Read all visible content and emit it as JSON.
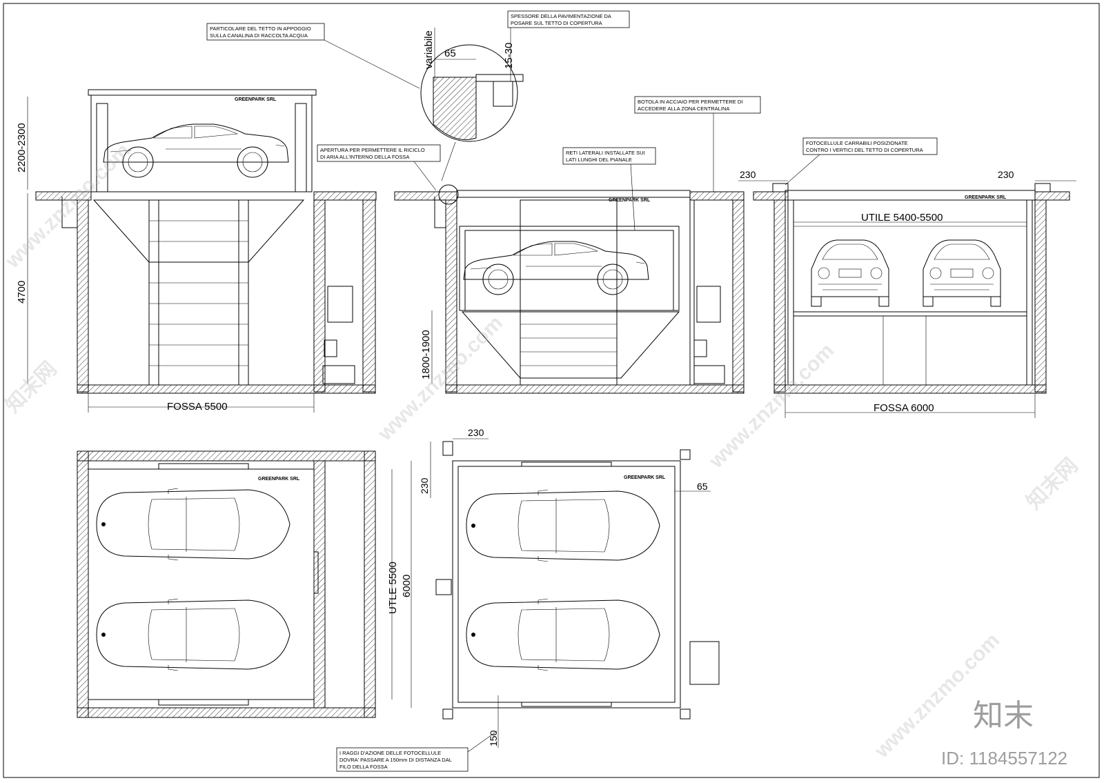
{
  "notes": {
    "roof_detail": [
      "PARTICOLARE DEL TETTO IN APPOGGIO",
      "SULLA CANALINA DI RACCOLTA ACQUA"
    ],
    "paving": [
      "SPESSORE DELLA PAVIMENTAZIONE DA",
      "POSARE SUL TETTO DI COPERTURA"
    ],
    "air_opening": [
      "APERTURA PER PERMETTERE IL RICICLO",
      "DI ARIA ALL'INTERNO DELLA FOSSA"
    ],
    "hatch": [
      "BOTOLA IN ACCIAIO PER PERMETTERE DI",
      "ACCEDERE ALLA ZONA CENTRALINA"
    ],
    "side_nets": [
      "RETI LATERALI INSTALLATE SUI",
      "LATI LUNGHI DEL PIANALE"
    ],
    "photocells": [
      "FOTOCELLULE CARRABILI POSIZIONATE",
      "CONTRO I VERTICI DEL TETTO DI COPERTURA"
    ],
    "photocell_beams": [
      "I RAGGI D'AZIONE DELLE FOTOCELLULE",
      "DOVRA' PASSARE A 150mm DI DISTANZA DAL",
      "FILO DELLA FOSSA"
    ]
  },
  "brand": "GREENPARK SRL",
  "dims": {
    "height_top": "2200-2300",
    "pit_depth": "4700",
    "pit_length": "FOSSA 5500",
    "variable": "variabile",
    "detail_65": "65",
    "detail_1530": "15-30",
    "platform_height": "1800-1900",
    "side_230_left": "230",
    "side_230_right": "230",
    "useful_width": "UTILE 5400-5500",
    "pit_width": "FOSSA 6000",
    "plan_230_top": "230",
    "plan_230_left": "230",
    "plan_65": "65",
    "plan_useful": "UTLE 5500",
    "plan_6000": "6000",
    "plan_150": "150"
  },
  "watermark": {
    "site": "www.znzmo.com",
    "cn": "知末网",
    "logo": "知末",
    "id": "ID: 1184557122"
  },
  "colors": {
    "line": "#000000",
    "watermark": "#9e9e9e"
  }
}
